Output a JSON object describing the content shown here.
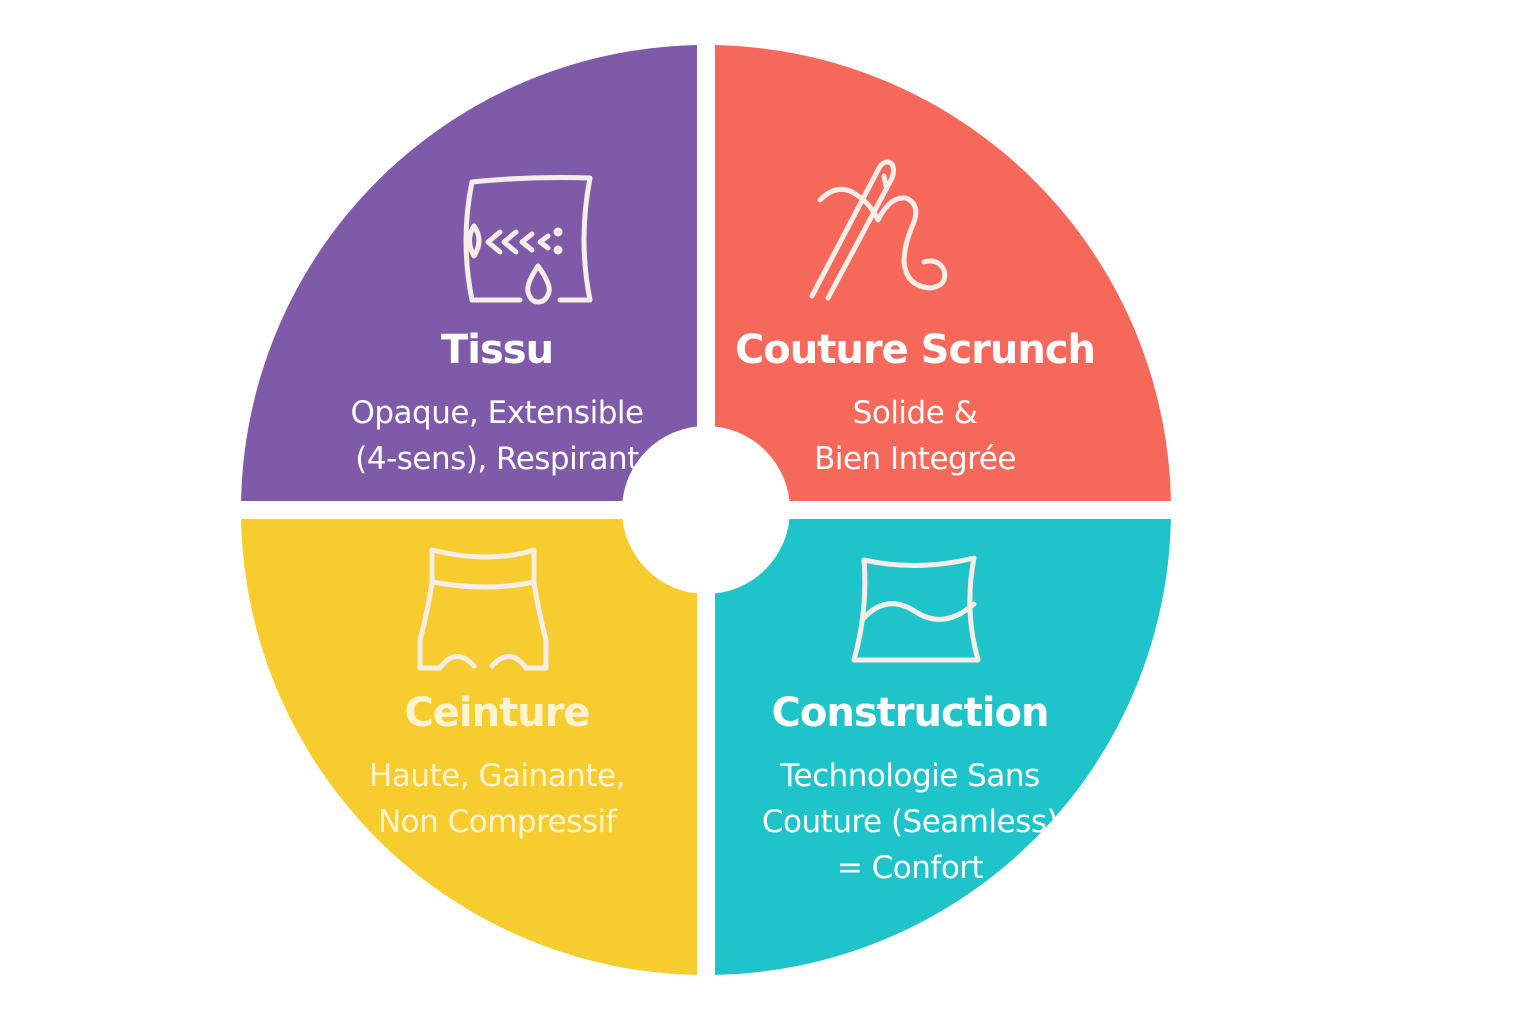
{
  "colors": {
    "tissu": "#7e5aa9",
    "couture_scrunch": "#f5685a",
    "ceinture": "#f7cc2f",
    "construction": "#1ec4c9",
    "center": "#ffffff"
  },
  "segments": {
    "tissu": {
      "icon": "fabric-stretch-icon",
      "title": "Tissu",
      "lines": [
        "Opaque, Extensible",
        "(4-sens), Respirant"
      ]
    },
    "couture_scrunch": {
      "icon": "needle-thread-icon",
      "title": "Couture Scrunch",
      "lines": [
        "Solide &",
        "Bien Integrée"
      ]
    },
    "ceinture": {
      "icon": "high-waist-briefs-icon",
      "title": "Ceinture",
      "lines": [
        "Haute, Gainante,",
        "Non Compressif"
      ]
    },
    "construction": {
      "icon": "seamless-panel-icon",
      "title": "Construction",
      "lines": [
        "Technologie Sans",
        "Couture (Seamless)",
        "= Confort"
      ]
    }
  }
}
